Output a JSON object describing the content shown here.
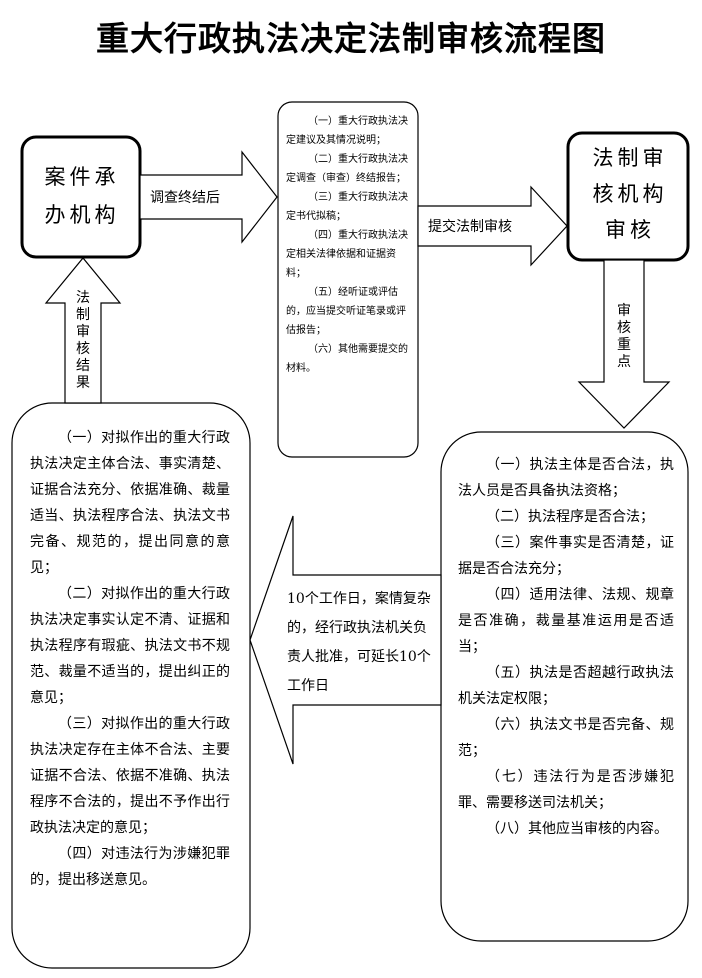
{
  "title": "重大行政执法决定法制审核流程图",
  "boxes": {
    "undertaking": "案件承办机构",
    "review_org": "法制审核机构审核"
  },
  "arrows": {
    "after_investigation": "调查终结后",
    "submit_review": "提交法制审核",
    "review_focus": "审核重点",
    "review_result": "法制审核结果",
    "time_limit": "10个工作日，案情复杂的，经行政执法机关负责人批准，可延长10个工作日"
  },
  "submission_materials": [
    "（一）重大行政执法决定建议及其情况说明；",
    "（二）重大行政执法决定调查（审查）终结报告；",
    "（三）重大行政执法决定书代拟稿；",
    "（四）重大行政执法决定相关法律依据和证据资料；",
    "（五）经听证或评估的，应当提交听证笔录或评估报告；",
    "（六）其他需要提交的材料。"
  ],
  "review_points": [
    "（一）执法主体是否合法，执法人员是否具备执法资格；",
    "（二）执法程序是否合法；",
    "（三）案件事实是否清楚，证据是否合法充分；",
    "（四）适用法律、法规、规章是否准确，裁量基准运用是否适当；",
    "（五）执法是否超越行政执法机关法定权限；",
    "（六）执法文书是否完备、规范；",
    "（七）违法行为是否涉嫌犯罪、需要移送司法机关；",
    "（八）其他应当审核的内容。"
  ],
  "review_results": [
    "（一）对拟作出的重大行政执法决定主体合法、事实清楚、证据合法充分、依据准确、裁量适当、执法程序合法、执法文书完备、规范的，提出同意的意见；",
    "（二）对拟作出的重大行政执法决定事实认定不清、证据和执法程序有瑕疵、执法文书不规范、裁量不适当的，提出纠正的意见；",
    "（三）对拟作出的重大行政执法决定存在主体不合法、主要证据不合法、依据不准确、执法程序不合法的，提出不予作出行政执法决定的意见；",
    "（四）对违法行为涉嫌犯罪的，提出移送意见。"
  ]
}
